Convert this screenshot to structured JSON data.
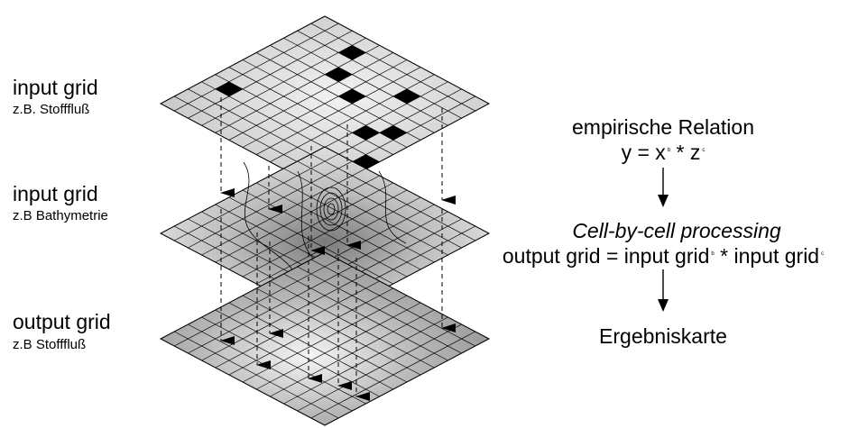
{
  "layers": [
    {
      "title": "input grid",
      "subtitle": "z.B. Stofffluß"
    },
    {
      "title": "input grid",
      "subtitle": "z.B Bathymetrie"
    },
    {
      "title": "output grid",
      "subtitle": "z.B Stofffluß"
    }
  ],
  "relation": {
    "heading": "empirische Relation",
    "formula_left": "y = x",
    "exp1": "b",
    "formula_mid": " * z",
    "exp2": "c"
  },
  "processing": {
    "title": "Cell-by-cell processing",
    "formula_left": "output grid = input grid",
    "exp1": "b",
    "formula_mid": " * input grid",
    "exp2": "c"
  },
  "result": "Ergebniskarte"
}
